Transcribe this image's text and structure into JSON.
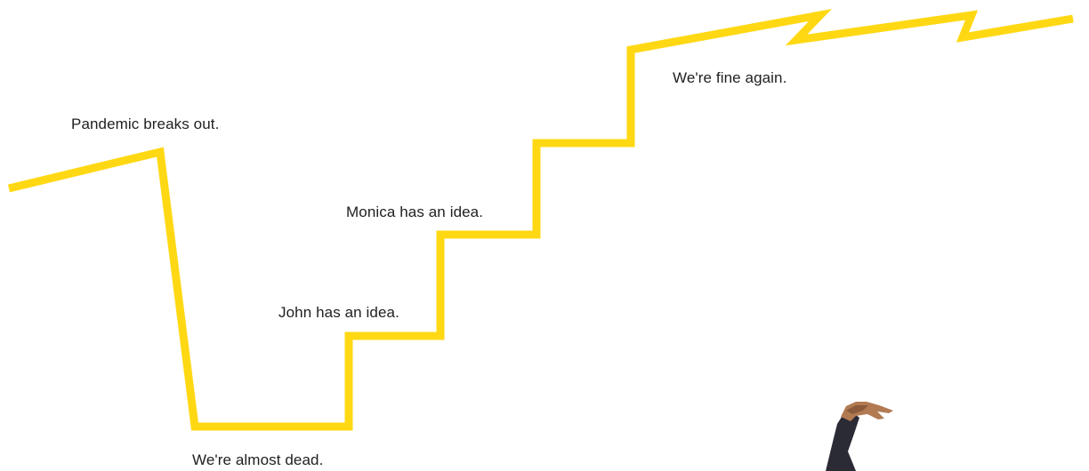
{
  "labels": {
    "pandemic": "Pandemic breaks out.",
    "almost_dead": "We're almost dead.",
    "john": "John has an idea.",
    "monica": "Monica has an idea.",
    "fine_again": "We're fine again."
  },
  "colors": {
    "line": "#FFD814",
    "text": "#1f1f1f",
    "background": "#ffffff",
    "arm": "#2b2b36",
    "skin": "#b27a52"
  }
}
